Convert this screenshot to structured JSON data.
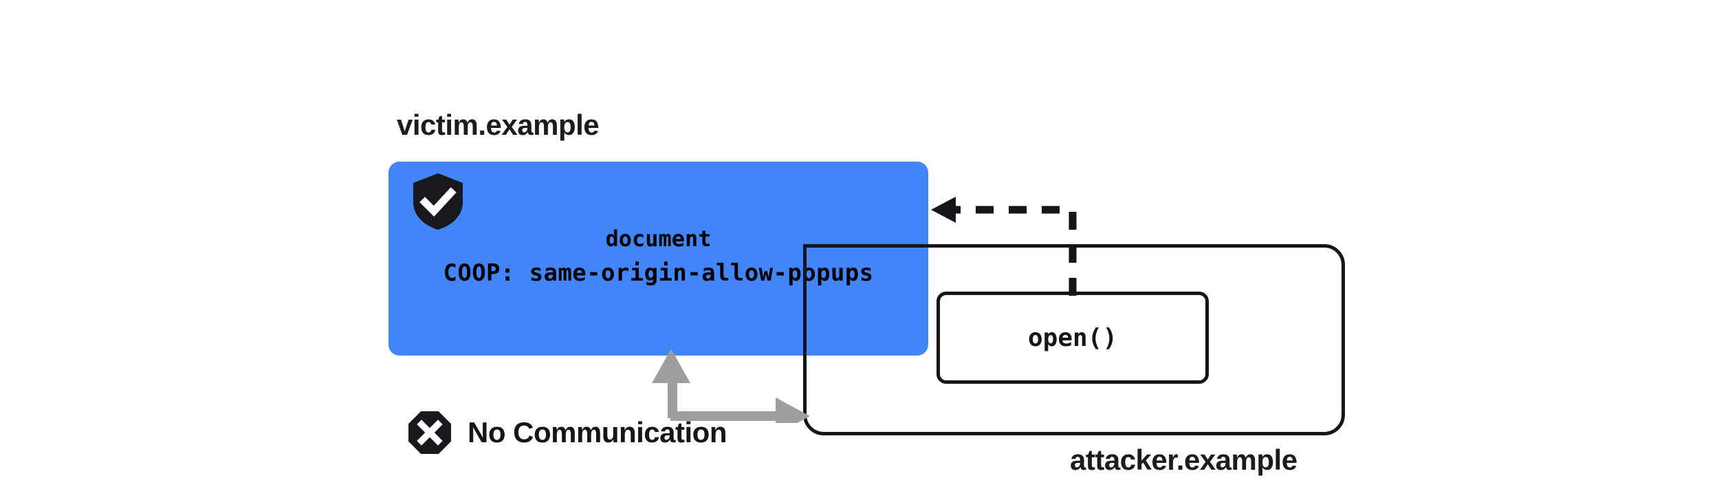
{
  "diagram": {
    "title_victim": "victim.example",
    "title_attacker": "attacker.example",
    "colors": {
      "victim_box": "#4285F8",
      "ink": "#141619",
      "gray_arrow": "#9e9e9e",
      "background": "#FFFFFF"
    },
    "victim": {
      "label": "victim.example",
      "document_label": "document",
      "header_label": "COOP: same-origin-allow-popups",
      "shield_icon": "shield-check-icon"
    },
    "attacker": {
      "label": "attacker.example",
      "open_call_label": "open()"
    },
    "relations": {
      "no_communication_label": "No Communication",
      "no_communication_icon": "octagon-x-icon",
      "open_arrow_style": "dashed",
      "no_communication_arrow_style": "gray-double-headed"
    }
  }
}
